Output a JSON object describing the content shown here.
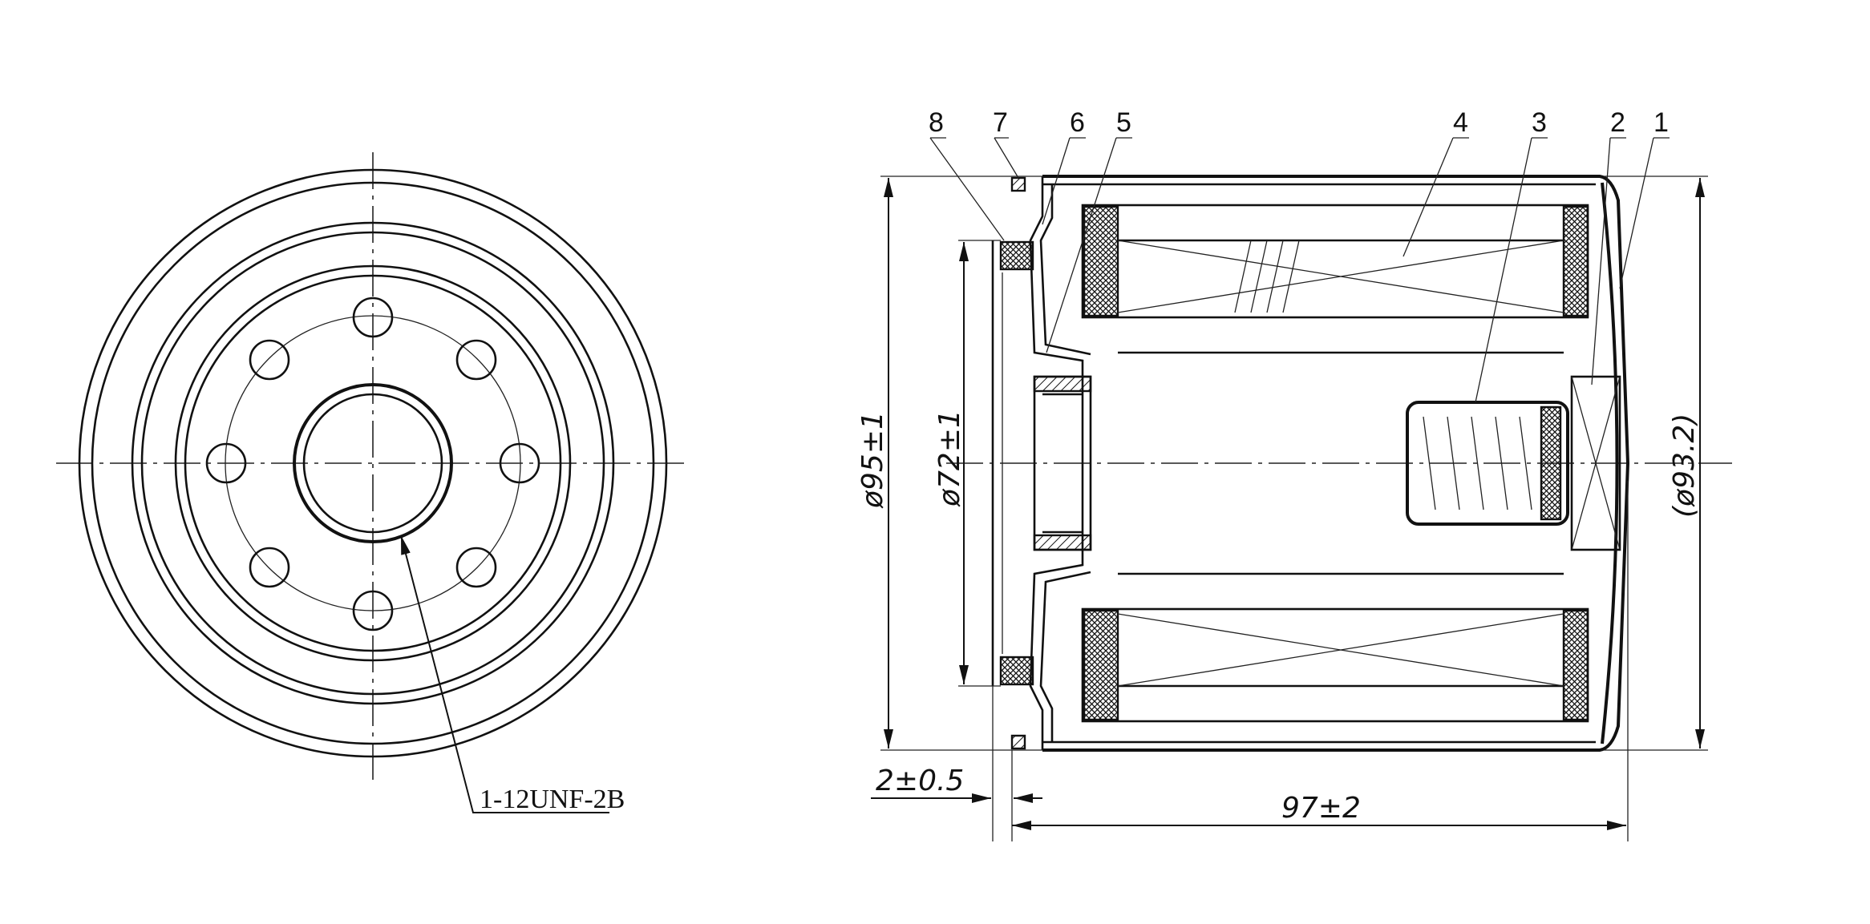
{
  "parts": [
    "1",
    "2",
    "3",
    "4",
    "5",
    "6",
    "7",
    "8"
  ],
  "thread_label": "1-12UNF-2B",
  "dimensions": {
    "outer_diameter": "ø95±1",
    "gasket_diameter": "ø72±1",
    "body_diameter": "(ø93.2)",
    "gasket_offset": "2±0.5",
    "overall_length": "97±2"
  }
}
